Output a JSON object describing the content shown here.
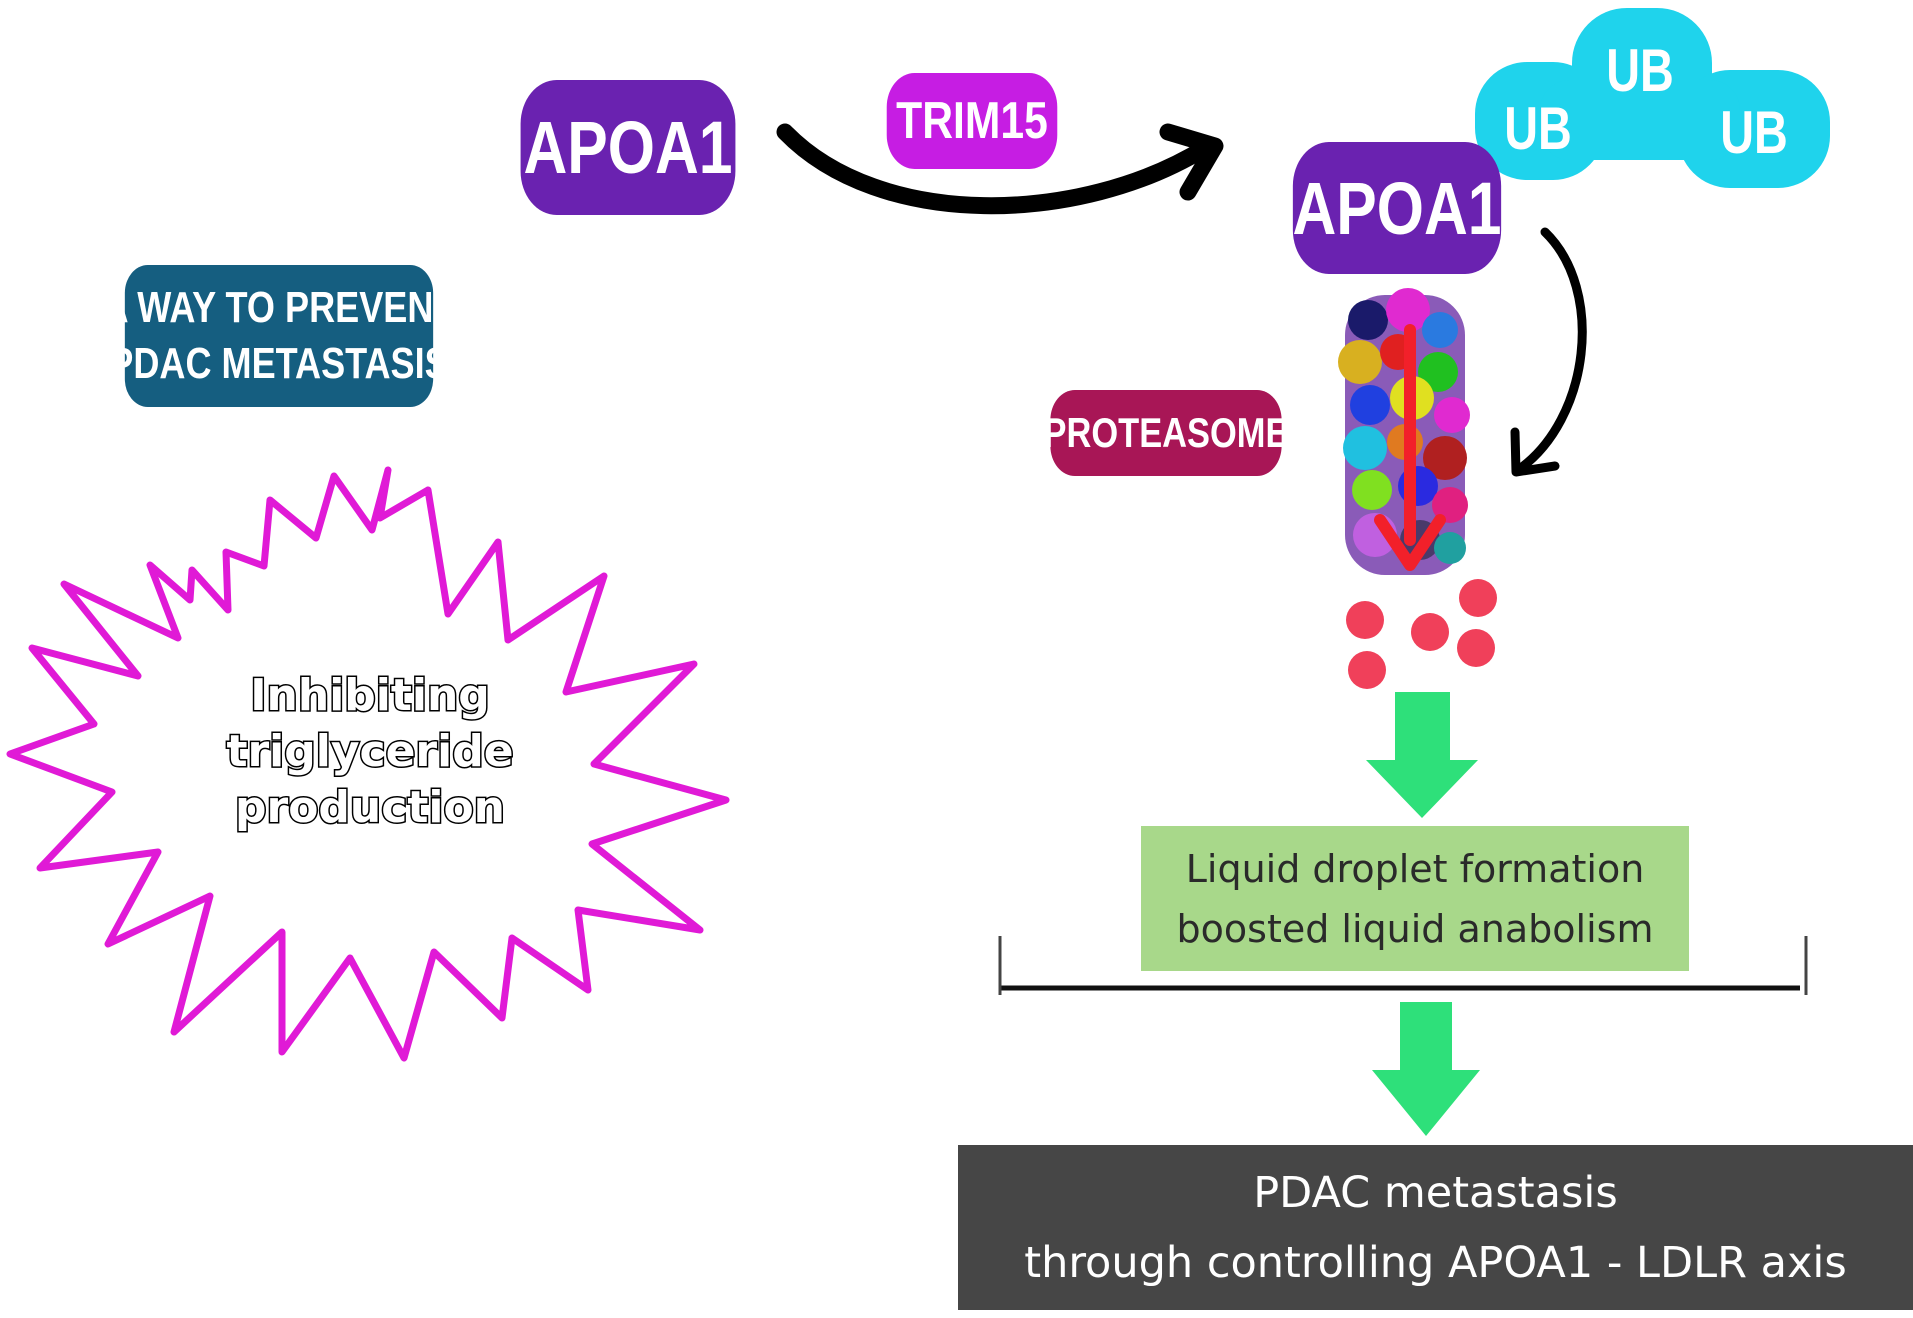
{
  "nodes": {
    "apoa1_left": "APOA1",
    "trim15": "TRIM15",
    "apoa1_right": "APOA1",
    "ub": [
      "UB",
      "UB",
      "UB"
    ],
    "prevent_line1": "A WAY TO PREVENT",
    "prevent_line2": "PDAC METASTASIS",
    "proteasome": "PROTEASOME",
    "star_lines": [
      "Inhibiting",
      "triglyceride",
      "production"
    ],
    "droplet_line1": "Liquid droplet formation",
    "droplet_line2": "boosted liquid anabolism",
    "outcome_line1": "PDAC metastasis",
    "outcome_line2": "through controlling APOA1 - LDLR axis"
  },
  "colors": {
    "apoa1": "#6a22b0",
    "trim15": "#c61de3",
    "ub": "#1fd3ec",
    "prevent": "#155e80",
    "proteasome": "#a81656",
    "star_outline": "#e01ad6",
    "peptides": "#f0405a",
    "green_arrow": "#2ee07a",
    "green_box": "#a8d88a",
    "outcome_box": "#464646",
    "degradation_arrow": "#f2202a"
  }
}
